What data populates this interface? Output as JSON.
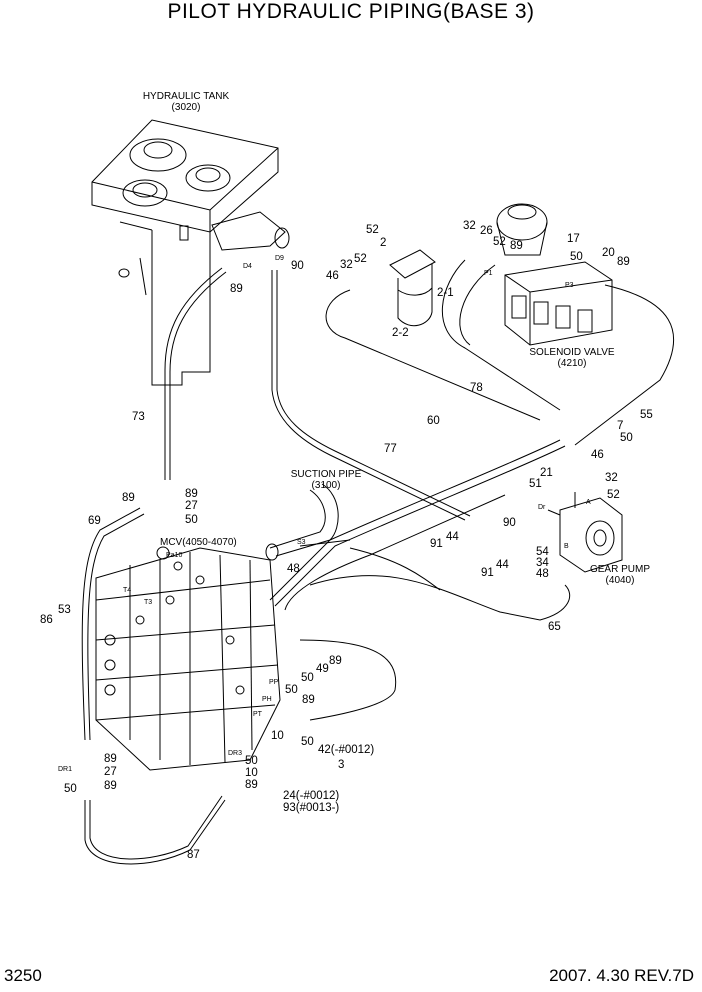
{
  "title": "PILOT HYDRAULIC PIPING(BASE 3)",
  "footer": {
    "page": "3250",
    "date_rev": "2007. 4.30 REV.7D"
  },
  "components": {
    "hydraulic_tank": [
      "HYDRAULIC TANK",
      "(3020)"
    ],
    "solenoid_valve": [
      "SOLENOID VALVE",
      "(4210)"
    ],
    "suction_pipe": [
      "SUCTION PIPE",
      "(3100)"
    ],
    "mcv": [
      "MCV(4050-4070)"
    ],
    "gear_pump": [
      "GEAR PUMP",
      "(4040)"
    ]
  },
  "ports": [
    "D4",
    "D9",
    "P1",
    "P3",
    "Pa10",
    "T4",
    "T3",
    "PP",
    "PH",
    "PT",
    "DR3",
    "DR1",
    "S3",
    "Dr",
    "A",
    "B"
  ],
  "part_numbers": [
    "52",
    "32",
    "2",
    "26",
    "52",
    "89",
    "17",
    "50",
    "20",
    "89",
    "90",
    "89",
    "46",
    "32",
    "52",
    "2-1",
    "2-2",
    "73",
    "78",
    "55",
    "60",
    "7",
    "50",
    "77",
    "46",
    "32",
    "21",
    "51",
    "52",
    "90",
    "44",
    "91",
    "54",
    "34",
    "48",
    "91",
    "44",
    "65",
    "89",
    "89",
    "27",
    "69",
    "50",
    "53",
    "86",
    "48",
    "89",
    "50",
    "49",
    "50",
    "89",
    "10",
    "50",
    "42(-#0012)",
    "3",
    "24(-#0012)",
    "93(#0013-)",
    "89",
    "27",
    "50",
    "89",
    "50",
    "10",
    "89",
    "87"
  ]
}
